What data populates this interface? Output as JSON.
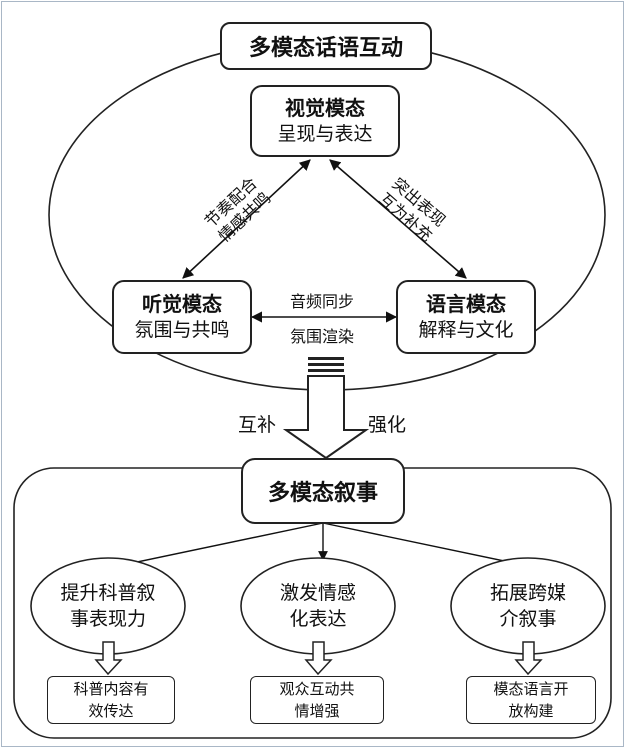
{
  "top_title": "多模态话语互动",
  "visual": {
    "title": "视觉模态",
    "sub": "呈现与表达"
  },
  "audio": {
    "title": "听觉模态",
    "sub": "氛围与共鸣"
  },
  "language": {
    "title": "语言模态",
    "sub": "解释与文化"
  },
  "edge_left": {
    "line1": "节奏配合",
    "line2": "情感共鸣"
  },
  "edge_right": {
    "line1": "突出表现",
    "line2": "互为补充"
  },
  "edge_bottom": {
    "top": "音频同步",
    "bottom": "氛围渲染"
  },
  "arrow_left": "互补",
  "arrow_right": "强化",
  "narrative_title": "多模态叙事",
  "ellipses": [
    {
      "line1": "提升科普叙",
      "line2": "事表现力"
    },
    {
      "line1": "激发情感",
      "line2": "化表达"
    },
    {
      "line1": "拓展跨媒",
      "line2": "介叙事"
    }
  ],
  "outputs": [
    {
      "line1": "科普内容有",
      "line2": "效传达"
    },
    {
      "line1": "观众互动共",
      "line2": "情增强"
    },
    {
      "line1": "模态语言开",
      "line2": "放构建"
    }
  ]
}
